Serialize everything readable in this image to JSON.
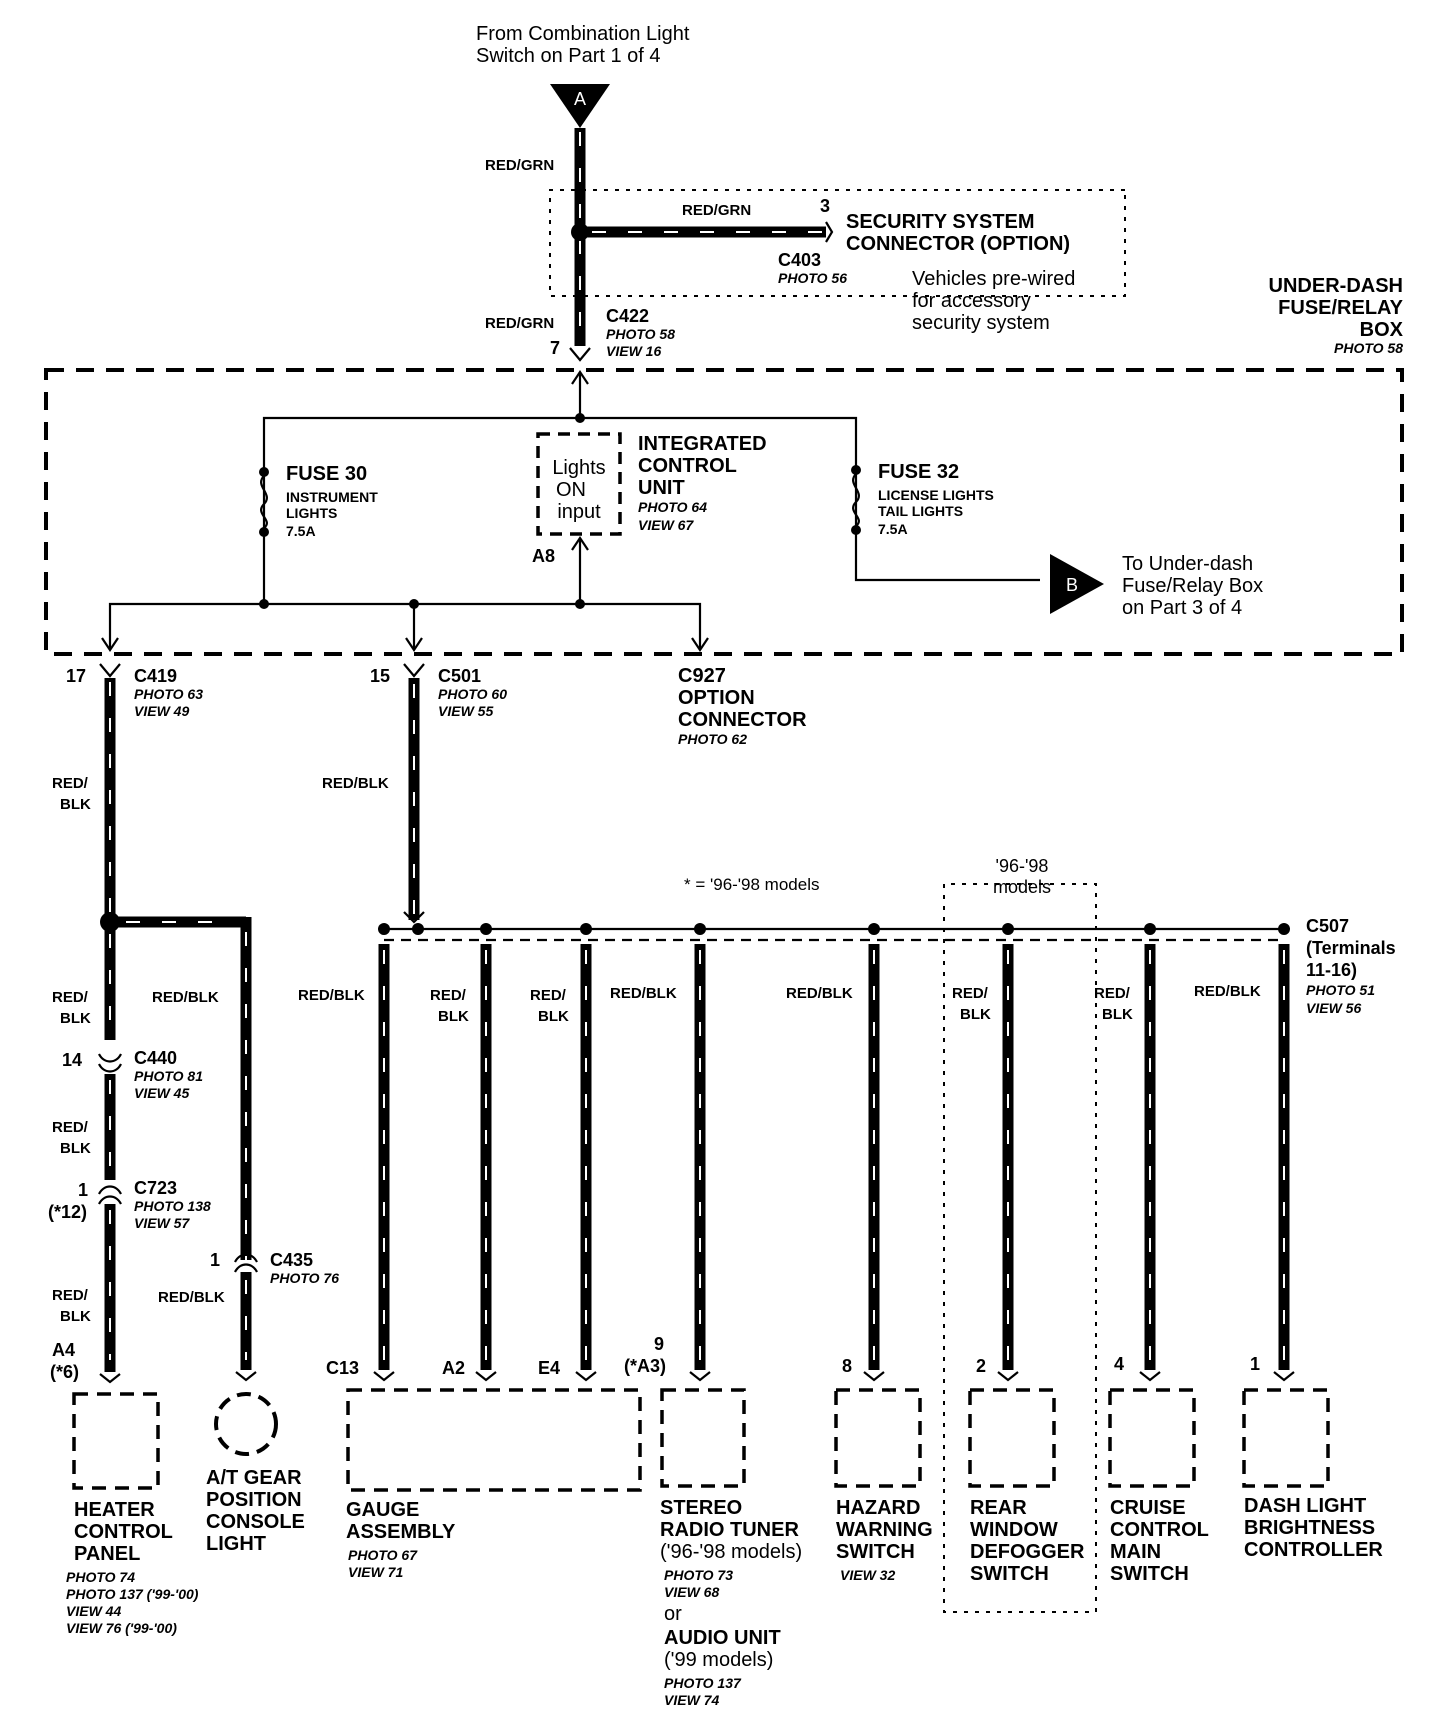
{
  "header": {
    "from_line1": "From Combination Light",
    "from_line2": "Switch on Part 1 of 4",
    "marker_a": "A",
    "marker_b": "B"
  },
  "wires": {
    "red_grn": "RED/GRN",
    "red_blk": "RED/BLK",
    "red_slash": "RED/",
    "blk": "BLK"
  },
  "security": {
    "pin": "3",
    "title_line1": "SECURITY SYSTEM",
    "title_line2": "CONNECTOR (OPTION)",
    "connector": "C403",
    "photo": "PHOTO 56",
    "note_line1": "Vehicles pre-wired",
    "note_line2": "for accessory",
    "note_line3": "security system"
  },
  "c422": {
    "pin": "7",
    "name": "C422",
    "photo": "PHOTO 58",
    "view": "VIEW 16"
  },
  "fuse_box": {
    "line1": "UNDER-DASH",
    "line2": "FUSE/RELAY",
    "line3": "BOX",
    "photo": "PHOTO 58"
  },
  "fuse30": {
    "name": "FUSE 30",
    "line1": "INSTRUMENT",
    "line2": "LIGHTS",
    "rating": "7.5A"
  },
  "icu": {
    "box1": "Lights",
    "box2": "ON",
    "box3": "input",
    "line1": "INTEGRATED",
    "line2": "CONTROL",
    "line3": "UNIT",
    "photo": "PHOTO 64",
    "view": "VIEW 67",
    "pin": "A8"
  },
  "fuse32": {
    "name": "FUSE 32",
    "line1": "LICENSE LIGHTS",
    "line2": "TAIL LIGHTS",
    "rating": "7.5A"
  },
  "to_b": {
    "line1": "To Under-dash",
    "line2": "Fuse/Relay Box",
    "line3": "on  Part 3 of 4"
  },
  "c419": {
    "pin": "17",
    "name": "C419",
    "photo": "PHOTO 63",
    "view": "VIEW 49"
  },
  "c501": {
    "pin": "15",
    "name": "C501",
    "photo": "PHOTO 60",
    "view": "VIEW 55"
  },
  "c927": {
    "name": "C927",
    "line1": "OPTION",
    "line2": "CONNECTOR",
    "photo": "PHOTO 62"
  },
  "notes": {
    "star_note": "* = '96-'98 models",
    "models_line1": "'96-'98",
    "models_line2": "models"
  },
  "c507": {
    "name": "C507",
    "line1": "(Terminals",
    "line2": "11-16)",
    "photo": "PHOTO 51",
    "view": "VIEW 56"
  },
  "c440": {
    "pin": "14",
    "name": "C440",
    "photo": "PHOTO 81",
    "view": "VIEW 45"
  },
  "c723": {
    "pin": "1",
    "pin2": "(*12)",
    "name": "C723",
    "photo": "PHOTO 138",
    "view": "VIEW 57"
  },
  "c435": {
    "pin": "1",
    "name": "C435",
    "photo": "PHOTO 76"
  },
  "pins": {
    "heater1": "A4",
    "heater2": "(*6)",
    "gauge_c13": "C13",
    "gauge_a2": "A2",
    "gauge_e4": "E4",
    "stereo1": "9",
    "stereo2": "(*A3)",
    "hazard": "8",
    "defogger": "2",
    "cruise": "4",
    "dash": "1"
  },
  "components": {
    "heater": {
      "l1": "HEATER",
      "l2": "CONTROL",
      "l3": "PANEL",
      "p1": "PHOTO 74",
      "p2": "PHOTO 137 ('99-'00)",
      "p3": "VIEW 44",
      "p4": "VIEW 76 ('99-'00)"
    },
    "gear": {
      "l1": "A/T GEAR",
      "l2": "POSITION",
      "l3": "CONSOLE",
      "l4": "LIGHT"
    },
    "gauge": {
      "l1": "GAUGE",
      "l2": "ASSEMBLY",
      "p1": "PHOTO 67",
      "p2": "VIEW 71"
    },
    "stereo": {
      "l1": "STEREO",
      "l2": "RADIO TUNER",
      "l3": "('96-'98 models)",
      "p1": "PHOTO 73",
      "p2": "VIEW 68",
      "or": "or",
      "l4": "AUDIO UNIT",
      "l5": "('99 models)",
      "p3": "PHOTO 137",
      "p4": "VIEW 74"
    },
    "hazard": {
      "l1": "HAZARD",
      "l2": "WARNING",
      "l3": "SWITCH",
      "p1": "VIEW 32"
    },
    "defogger": {
      "l1": "REAR",
      "l2": "WINDOW",
      "l3": "DEFOGGER",
      "l4": "SWITCH"
    },
    "cruise": {
      "l1": "CRUISE",
      "l2": "CONTROL",
      "l3": "MAIN",
      "l4": "SWITCH"
    },
    "dash": {
      "l1": "DASH LIGHT",
      "l2": "BRIGHTNESS",
      "l3": "CONTROLLER"
    }
  }
}
